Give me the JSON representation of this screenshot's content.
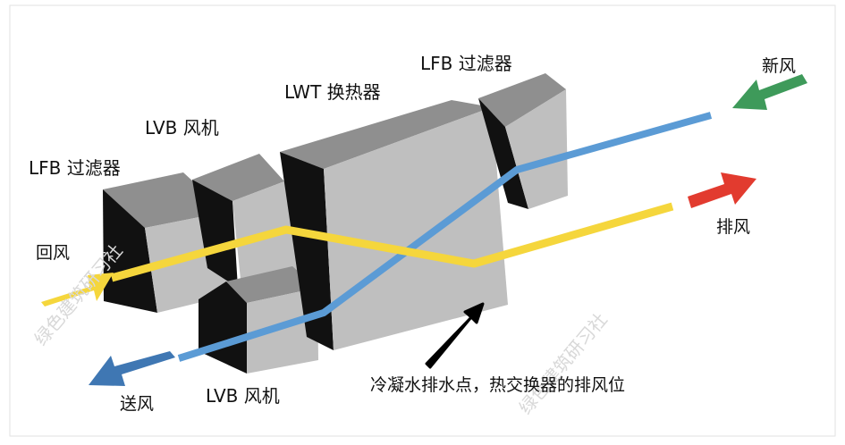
{
  "labels": {
    "lfb_left": "LFB 过滤器",
    "lvb_upper": "LVB 风机",
    "lwt": "LWT 换热器",
    "lfb_right": "LFB 过滤器",
    "lvb_lower": "LVB 风机",
    "fresh_air": "新风",
    "exhaust_air": "排风",
    "return_air": "回风",
    "supply_air": "送风",
    "drain_note": "冷凝水排水点，热交换器的排风位"
  },
  "watermarks": [
    "绿色建筑研习社",
    "绿色建筑研习社"
  ],
  "colors": {
    "return_exhaust_path": "#f5d63c",
    "fresh_supply_path": "#5b9bd5",
    "fresh_arrow": "#3e9a5a",
    "exhaust_arrow": "#e23b2f",
    "return_arrow": "#f5d63c",
    "supply_arrow": "#3f77b3",
    "box_front": "#bfbfbf",
    "box_top": "#8f8f8f",
    "box_side": "#111111"
  }
}
